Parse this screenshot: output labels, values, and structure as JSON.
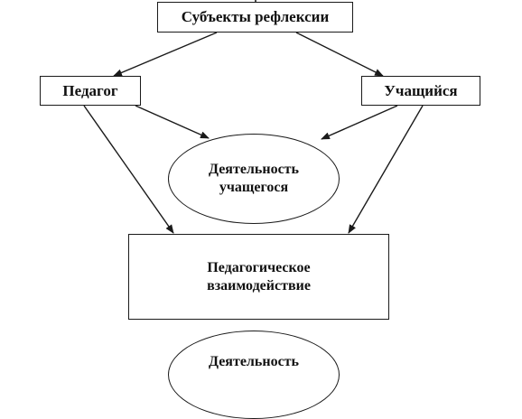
{
  "diagram": {
    "nodes": {
      "subjects": "Субъекты рефлексии",
      "teacher": "Педагог",
      "student": "Учащийся",
      "activity_line1": "Деятельность",
      "activity_line2": "учащегося",
      "interaction_line1": "Педагогическое",
      "interaction_line2": "взаимодействие",
      "activity2_line1": "Деятельность"
    },
    "edges": [
      {
        "from": "subjects",
        "to": "teacher"
      },
      {
        "from": "subjects",
        "to": "student"
      },
      {
        "from": "teacher",
        "to": "activity"
      },
      {
        "from": "student",
        "to": "activity"
      },
      {
        "from": "teacher",
        "to": "interaction"
      },
      {
        "from": "student",
        "to": "interaction"
      }
    ],
    "colors": {
      "line": "#1a1a1a",
      "background": "#ffffff"
    }
  }
}
